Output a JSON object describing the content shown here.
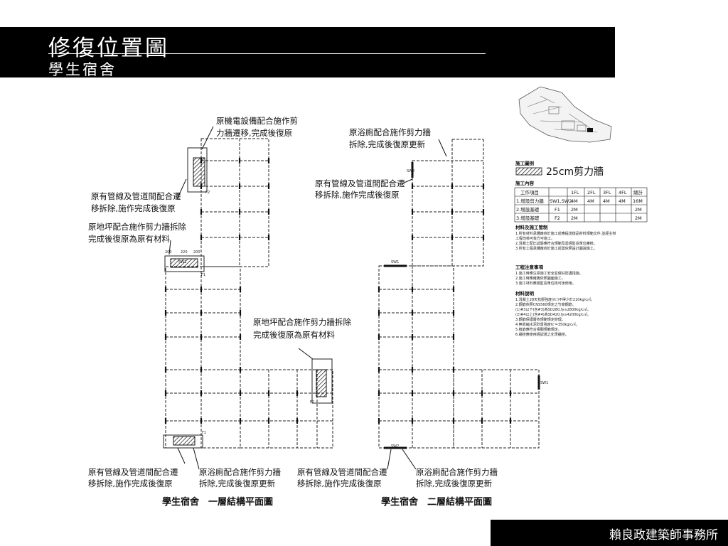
{
  "header": {
    "title": "修復位置圖",
    "subtitle": "學生宿舍"
  },
  "footer": {
    "firm": "賴良政建築師事務所"
  },
  "plan1": {
    "caption": "學生宿舍　一層結構平面圖",
    "notes": [
      "原機電設備配合施作剪",
      "力牆遷移,完成後復原",
      "原有管線及管道間配合遷",
      "移拆除,施作完成後復原",
      "原地坪配合施作剪力牆拆除",
      "完成後復原為原有材料",
      "原地坪配合施作剪力牆拆除",
      "完成後復原為原有材料",
      "原有管線及管道間配合遷",
      "移拆除,施作完成後復原",
      "原浴廁配合施作剪力牆",
      "拆除,完成後復原更新"
    ],
    "tags": [
      "F2",
      "F1",
      "SW1",
      "F2",
      "F1",
      "200",
      "220",
      "200"
    ]
  },
  "plan2": {
    "caption": "學生宿舍　二層結構平面圖",
    "notes": [
      "原浴廁配合施作剪力牆",
      "拆除,完成後復原更新",
      "原有管線及管道間配合遷",
      "移拆除,施作完成後復原",
      "原有管線及管道間配合遷",
      "移拆除,施作完成後復原",
      "原浴廁配合施作剪力牆",
      "拆除,完成後復原更新"
    ],
    "tags": [
      "SW2",
      "SW1",
      "SW1",
      "SW2"
    ]
  },
  "legend": {
    "heading": "施工圖例",
    "wall_label": "25cm剪力牆",
    "contents_heading": "施工內容",
    "table_headers": [
      "工作項目",
      "1FL",
      "2FL",
      "3FL",
      "4FL",
      "總計"
    ],
    "table_rows": [
      [
        "1.增設剪力牆",
        "SW1,SW2",
        "4M",
        "4M",
        "4M",
        "4M",
        "16M"
      ],
      [
        "2.增設基礎",
        "F1",
        "2M",
        "",
        "",
        "",
        "2M"
      ],
      [
        "3.增設基礎",
        "F2",
        "2M",
        "",
        "",
        "",
        "2M"
      ]
    ],
    "materials_heading": "材料及施工管制",
    "materials_lines": [
      "1.所有材料承攬廠商於施工前應提送樣品材料規範文件,並經主辦",
      "  工程司核可後方可施工。",
      "2.混凝土配比試驗應符合規範及需經監造單位審核。",
      "3.所有工程承攬廠商於施工前需依照設計圖說施工。"
    ],
    "notes_heading": "工程注意事項",
    "notes_lines": [
      "1.施工時應注意施工安全並做好防護措施。",
      "2.施工時應確實依照圖面施工。",
      "3.施工材料應經監造單位核可後使用。"
    ],
    "spec_heading": "材料說明",
    "spec_lines": [
      "1.混凝土28天抗壓強度(fc')不得少於210kg/c㎡。",
      "2.鋼筋依照CNS560規定之竹節鋼筋。",
      "  (1)#3以下(含#3)為SD280,fy≥2800kg/c㎡。",
      "  (2)#4以上(含#4)為SD420,fy≥4200kg/c㎡。",
      "3.鋼筋保護層依規範規定辦理。",
      "4.無收縮水泥砂漿強度fc'=350kg/c㎡。",
      "5.植筋應符合相關規範規定。",
      "6.錨栓應使用經認證之化學錨栓。"
    ]
  }
}
